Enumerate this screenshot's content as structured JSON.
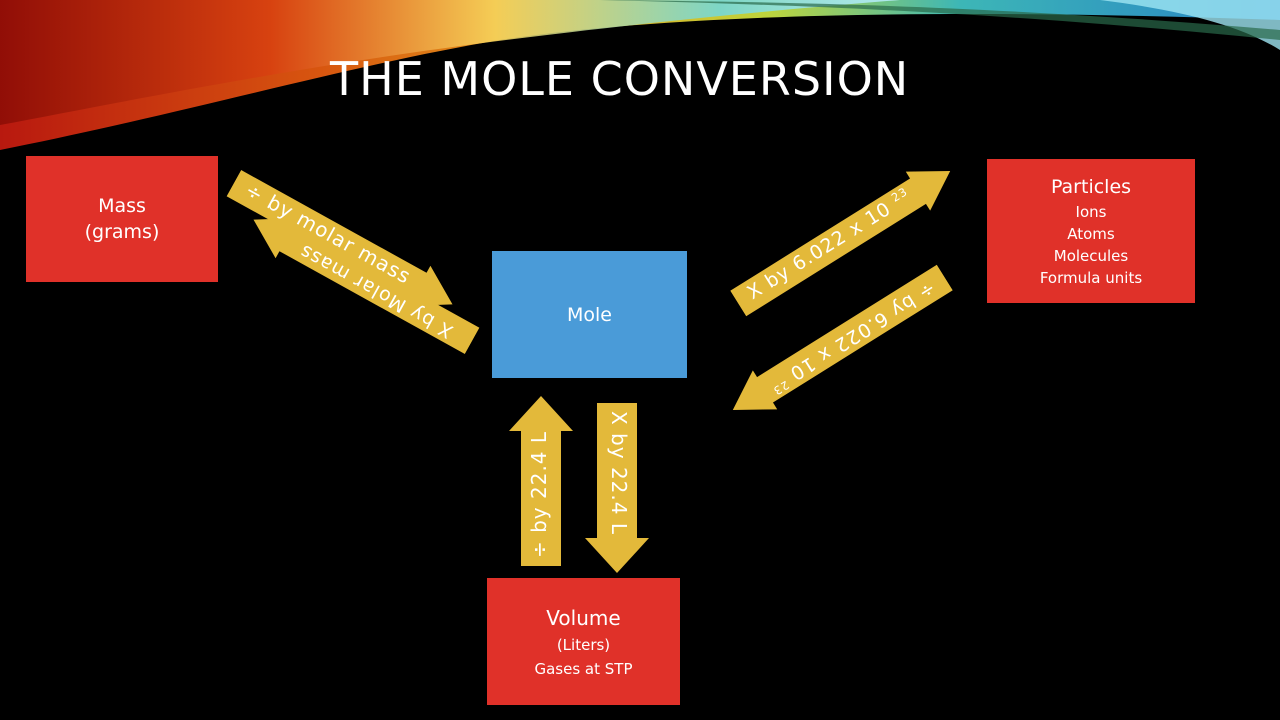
{
  "title": "THE MOLE CONVERSION",
  "colors": {
    "box_red": "#e03129",
    "box_blue": "#4a9bd8",
    "arrow_gold": "#e3b93a"
  },
  "boxes": {
    "mass": {
      "line1": "Mass",
      "line2": "(grams)"
    },
    "mole": {
      "label": "Mole"
    },
    "particles": {
      "heading": "Particles",
      "items": [
        "Ions",
        "Atoms",
        "Molecules",
        "Formula units"
      ]
    },
    "volume": {
      "heading": "Volume",
      "line2": "(Liters)",
      "line3": "Gases at STP"
    }
  },
  "arrows": {
    "mass_to_mole": "÷ by molar mass",
    "mole_to_mass": "X by Molar mass",
    "mole_to_particles": "X by 6.022 x 10",
    "mole_to_particles_exp": "23",
    "particles_to_mole": "÷ by 6.022 x 10",
    "particles_to_mole_exp": "23",
    "volume_to_mole": "÷ by 22.4 L",
    "mole_to_volume": "X by 22.4 L"
  }
}
